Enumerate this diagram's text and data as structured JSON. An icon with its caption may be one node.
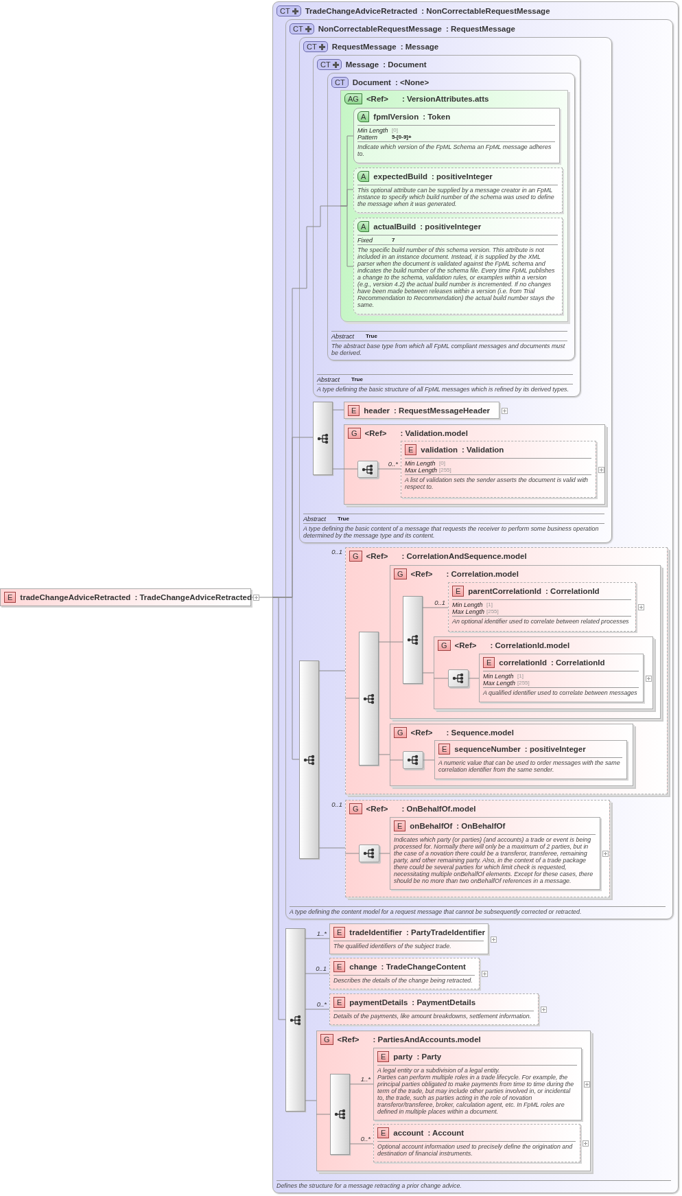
{
  "diagram": {
    "nodes": [
      {
        "text": [
          "E",
          "tradeChangeAdviceRetracted",
          ": TradeChangeAdviceRetracted"
        ]
      },
      {
        "text": [
          "CT",
          "TradeChangeAdviceRetracted",
          ": NonCorrectableRequestMessage",
          "Defines the structure for a message retracting a prior change advice."
        ]
      },
      {
        "text": [
          "CT",
          "NonCorrectableRequestMessage",
          ": RequestMessage",
          "A type defining the content model for a request message that cannot be subsequently corrected or retracted."
        ],
        "in": 1
      },
      {
        "text": [
          "CT",
          "RequestMessage",
          ": Message",
          "Abstract",
          "True",
          "A type defining the basic content of a message that requests the receiver to perform some business operation determined by the message type and its content."
        ],
        "in": 2
      },
      {
        "text": [
          "CT",
          "Message",
          ": Document",
          "Abstract",
          "True",
          "A type defining the basic structure of all FpML messages which is refined by its derived types."
        ],
        "in": 3
      },
      {
        "text": [
          "CT",
          "Document",
          ": <None>",
          "Abstract",
          "True",
          "The abstract base type from which all FpML compliant messages and documents must be derived."
        ],
        "in": 4
      },
      {
        "text": [
          "AG",
          "<Ref>",
          ": VersionAttributes.atts"
        ],
        "in": 5
      },
      {
        "text": [
          "A",
          "fpmlVersion",
          ": Token",
          "Min Length",
          "[0]",
          "Pattern",
          "5-[0-9]+",
          "Indicate which version of the FpML Schema an FpML message adheres to."
        ],
        "in": 6
      },
      {
        "text": [
          "A",
          "expectedBuild",
          ": positiveInteger",
          "This optional attribute can be supplied by a message creator in an FpML instance to specify which build number of the schema was used to define the message when it was generated."
        ],
        "in": 6
      },
      {
        "text": [
          "A",
          "actualBuild",
          ": positiveInteger",
          "Fixed",
          "7",
          "The specific build number of this schema version. This attribute is not included in an instance document. Instead, it is supplied by the XML parser when the document is validated against the FpML schema and indicates the build number of the schema file. Every time FpML publishes a change to the schema, validation rules, or examples within a version (e.g., version 4.2) the actual build number is incremented. If no changes have been made between releases within a version (i.e. from Trial Recommendation to Recommendation) the actual build number stays the same."
        ],
        "in": 6
      },
      {
        "text": [],
        "shape": "bar",
        "in": 3
      },
      {
        "text": [
          "E",
          "header",
          ": RequestMessageHeader"
        ],
        "in": 3
      },
      {
        "text": [
          "G",
          "<Ref>",
          ": Validation.model"
        ],
        "in": 3
      },
      {
        "text": [],
        "shape": "box",
        "in": 12
      },
      {
        "text": [
          "E",
          "validation",
          ": Validation",
          "Min Length",
          "[0]",
          "Max Length",
          "[255]",
          "A list of validation sets the sender asserts the document is valid with respect to."
        ],
        "in": 12
      },
      {
        "text": [],
        "shape": "bar",
        "in": 2
      },
      {
        "text": [
          "G",
          "<Ref>",
          ": CorrelationAndSequence.model"
        ],
        "beside": [
          "0..1"
        ],
        "in": 2
      },
      {
        "text": [],
        "shape": "bar",
        "in": 16
      },
      {
        "text": [
          "G",
          "<Ref>",
          ": Correlation.model"
        ],
        "in": 16
      },
      {
        "text": [],
        "shape": "bar",
        "in": 18
      },
      {
        "text": [
          "E",
          "parentCorrelationId",
          ": CorrelationId",
          "Min Length",
          "[1]",
          "Max Length",
          "[255]",
          "An optional identifier used to correlate between related processes"
        ],
        "in": 18
      },
      {
        "text": [
          "G",
          "<Ref>",
          ": CorrelationId.model"
        ],
        "in": 18
      },
      {
        "text": [],
        "shape": "box",
        "in": 21
      },
      {
        "text": [
          "E",
          "correlationId",
          ": CorrelationId",
          "Min Length",
          "[1]",
          "Max Length",
          "[255]",
          "A qualified identifier used to correlate between messages"
        ],
        "in": 21
      },
      {
        "text": [
          "G",
          "<Ref>",
          ": Sequence.model"
        ],
        "in": 16
      },
      {
        "text": [],
        "shape": "box",
        "in": 24
      },
      {
        "text": [
          "E",
          "sequenceNumber",
          ": positiveInteger",
          "A numeric value that can be used to order messages with the same correlation identifier from the same sender."
        ],
        "in": 24
      },
      {
        "text": [
          "G",
          "<Ref>",
          ": OnBehalfOf.model"
        ],
        "beside": [
          "0..1"
        ],
        "in": 2
      },
      {
        "text": [],
        "shape": "box",
        "in": 27
      },
      {
        "text": [
          "E",
          "onBehalfOf",
          ": OnBehalfOf",
          "Indicates which party (or parties) (and accounts) a trade or event is being processed for. Normally there will only be a maximum of 2 parties, but in the case of a novation there could be a transferor, transferee, remaining party, and other remaining party. Also, in the context of a trade package there could be several parties for which limit check is requested, necessitating multiple onBehalfOf elements. Except for these cases, there should be no more than two onBehalfOf references in a message."
        ],
        "in": 27
      },
      {
        "text": [],
        "shape": "bar",
        "in": 1
      },
      {
        "text": [
          "E",
          "tradeIdentifier",
          ": PartyTradeIdentifier",
          "The qualified identifiers of the subject trade."
        ],
        "in": 1
      },
      {
        "text": [
          "E",
          "change",
          ": TradeChangeContent",
          "Describes the details of the change being retracted."
        ],
        "in": 1
      },
      {
        "text": [
          "E",
          "paymentDetails",
          ": PaymentDetails",
          "Details of the payments, like amount breakdowns, settlement information."
        ],
        "in": 1
      },
      {
        "text": [
          "G",
          "<Ref>",
          ": PartiesAndAccounts.model"
        ],
        "in": 1
      },
      {
        "text": [],
        "shape": "bar",
        "in": 34
      },
      {
        "text": [
          "E",
          "party",
          ": Party",
          "A legal entity or a subdivision of a legal entity.",
          "Parties can perform multiple roles in a trade lifecycle. For example, the principal parties obligated to make payments from time to time during the term of the trade, but may include other parties involved in, or incidental to, the trade, such as parties acting in the role of novation transferor/transferee, broker, calculation agent, etc. In FpML roles are defined in multiple places within a document."
        ],
        "in": 34
      },
      {
        "text": [
          "E",
          "account",
          ": Account",
          "Optional account information used to precisely define the origination and destination of financial instruments."
        ],
        "in": 34
      }
    ],
    "edges": [
      {
        "from": 0,
        "to": 1,
        "arrow": "none"
      },
      {
        "from": 1,
        "to": 6,
        "arrow": "none"
      },
      {
        "from": 1,
        "to": 10,
        "arrow": "none"
      },
      {
        "from": 1,
        "to": 15,
        "arrow": "none"
      },
      {
        "from": 1,
        "to": 30,
        "arrow": "none"
      },
      {
        "from": 6,
        "to": 7,
        "arrow": "none"
      },
      {
        "from": 6,
        "to": 8,
        "arrow": "none"
      },
      {
        "from": 6,
        "to": 9,
        "arrow": "none"
      },
      {
        "from": 10,
        "to": 11,
        "arrow": "none"
      },
      {
        "from": 10,
        "to": 12,
        "arrow": "none"
      },
      {
        "from": 12,
        "to": 13,
        "arrow": "none"
      },
      {
        "from": 13,
        "to": 14,
        "arrow": "none",
        "label": "0..*"
      },
      {
        "from": 15,
        "to": 16,
        "arrow": "none"
      },
      {
        "from": 16,
        "to": 17,
        "arrow": "none"
      },
      {
        "from": 17,
        "to": 18,
        "arrow": "none"
      },
      {
        "from": 18,
        "to": 19,
        "arrow": "none"
      },
      {
        "from": 19,
        "to": 20,
        "arrow": "none",
        "label": "0..1"
      },
      {
        "from": 19,
        "to": 21,
        "arrow": "none"
      },
      {
        "from": 21,
        "to": 22,
        "arrow": "none"
      },
      {
        "from": 22,
        "to": 23,
        "arrow": "none"
      },
      {
        "from": 17,
        "to": 24,
        "arrow": "none"
      },
      {
        "from": 24,
        "to": 25,
        "arrow": "none"
      },
      {
        "from": 25,
        "to": 26,
        "arrow": "none"
      },
      {
        "from": 15,
        "to": 27,
        "arrow": "none"
      },
      {
        "from": 27,
        "to": 28,
        "arrow": "none"
      },
      {
        "from": 28,
        "to": 29,
        "arrow": "none"
      },
      {
        "from": 30,
        "to": 31,
        "arrow": "none",
        "label": "1..*"
      },
      {
        "from": 30,
        "to": 32,
        "arrow": "none",
        "label": "0..1"
      },
      {
        "from": 30,
        "to": 33,
        "arrow": "none",
        "label": "0..*"
      },
      {
        "from": 30,
        "to": 34,
        "arrow": "none"
      },
      {
        "from": 34,
        "to": 35,
        "arrow": "none"
      },
      {
        "from": 35,
        "to": 36,
        "arrow": "none",
        "label": "1..*"
      },
      {
        "from": 35,
        "to": 37,
        "arrow": "none",
        "label": "0..*"
      }
    ]
  }
}
